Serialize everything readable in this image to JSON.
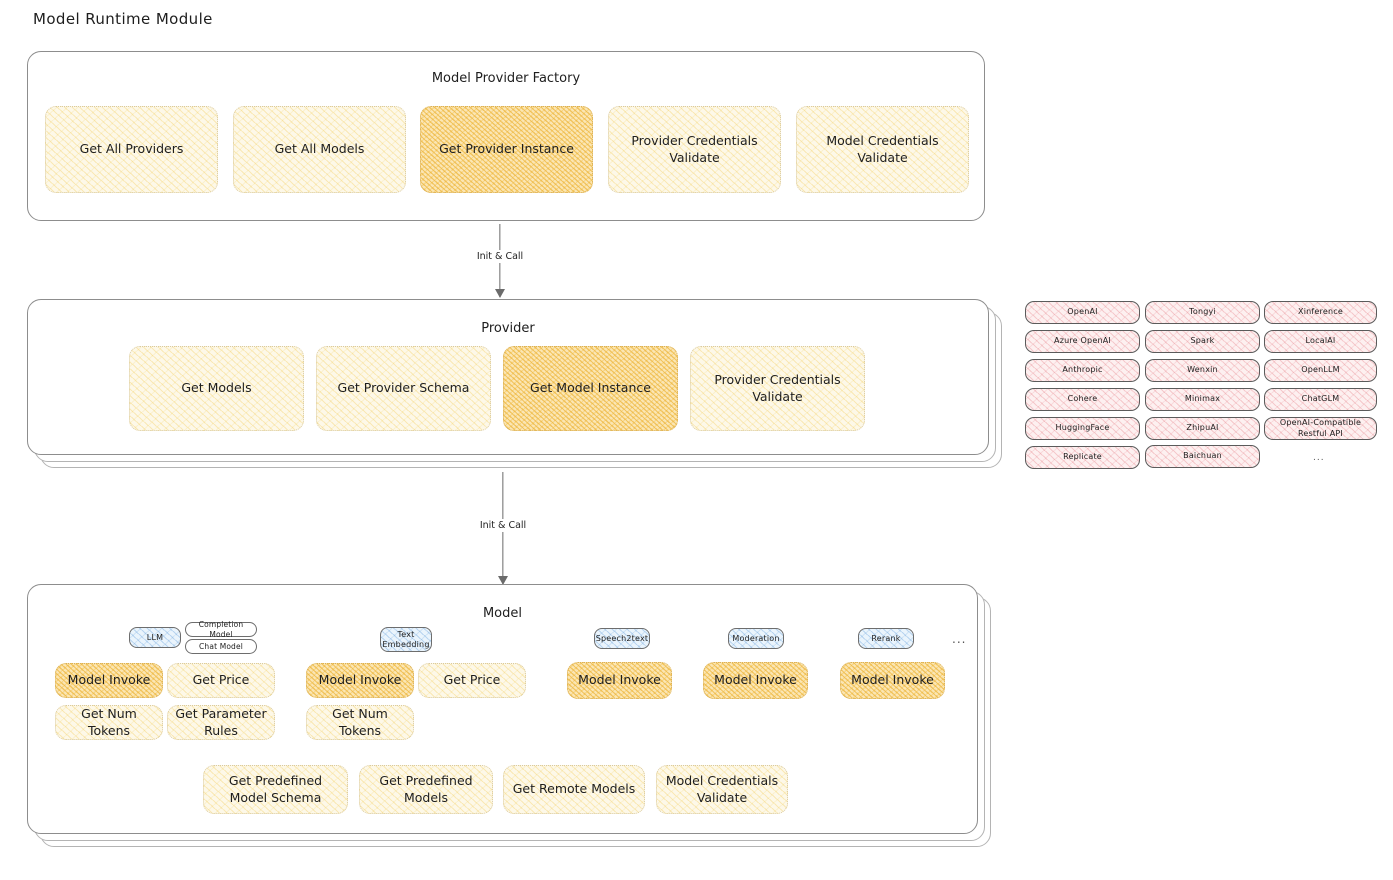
{
  "page": {
    "title": "Model Runtime Module"
  },
  "factory": {
    "title": "Model Provider Factory",
    "boxes": [
      {
        "label": "Get All Providers",
        "highlight": false
      },
      {
        "label": "Get All Models",
        "highlight": false
      },
      {
        "label": "Get Provider Instance",
        "highlight": true
      },
      {
        "label": "Provider Credentials Validate",
        "highlight": false
      },
      {
        "label": "Model Credentials Validate",
        "highlight": false
      }
    ]
  },
  "arrows": [
    {
      "label": "Init & Call"
    },
    {
      "label": "Init & Call"
    }
  ],
  "provider": {
    "title": "Provider",
    "boxes": [
      {
        "label": "Get Models",
        "highlight": false
      },
      {
        "label": "Get Provider Schema",
        "highlight": false
      },
      {
        "label": "Get Model Instance",
        "highlight": true
      },
      {
        "label": "Provider Credentials Validate",
        "highlight": false
      }
    ]
  },
  "provider_list": {
    "columns": [
      {
        "items": [
          "OpenAI",
          "Azure OpenAI",
          "Anthropic",
          "Cohere",
          "HuggingFace",
          "Replicate"
        ]
      },
      {
        "items": [
          "Tongyi",
          "Spark",
          "Wenxin",
          "Minimax",
          "ZhipuAI",
          "Baichuan"
        ]
      },
      {
        "items": [
          "Xinference",
          "LocalAI",
          "OpenLLM",
          "ChatGLM",
          "OpenAI-Compatible Restful API"
        ]
      }
    ],
    "ellipsis": "..."
  },
  "model": {
    "title": "Model",
    "ellipsis": "...",
    "groups": [
      {
        "badge": "LLM",
        "badge_style": "blue",
        "sub_badges": [
          "Completion Model",
          "Chat Model"
        ],
        "boxes": [
          {
            "label": "Model Invoke",
            "highlight": true
          },
          {
            "label": "Get Price",
            "highlight": false
          },
          {
            "label": "Get Num Tokens",
            "highlight": false
          },
          {
            "label": "Get Parameter Rules",
            "highlight": false
          }
        ]
      },
      {
        "badge": "Text Embedding",
        "badge_style": "blue",
        "sub_badges": [],
        "boxes": [
          {
            "label": "Model Invoke",
            "highlight": true
          },
          {
            "label": "Get Price",
            "highlight": false
          },
          {
            "label": "Get Num Tokens",
            "highlight": false
          }
        ]
      },
      {
        "badge": "Speech2text",
        "badge_style": "blue",
        "sub_badges": [],
        "boxes": [
          {
            "label": "Model Invoke",
            "highlight": true
          }
        ]
      },
      {
        "badge": "Moderation",
        "badge_style": "blue",
        "sub_badges": [],
        "boxes": [
          {
            "label": "Model Invoke",
            "highlight": true
          }
        ]
      },
      {
        "badge": "Rerank",
        "badge_style": "blue",
        "sub_badges": [],
        "boxes": [
          {
            "label": "Model Invoke",
            "highlight": true
          }
        ]
      }
    ],
    "common_boxes": [
      {
        "label": "Get Predefined Model Schema"
      },
      {
        "label": "Get Predefined Models"
      },
      {
        "label": "Get Remote Models"
      },
      {
        "label": "Model Credentials Validate"
      }
    ]
  },
  "colors": {
    "accent_yellow": "#fdf8e8",
    "accent_yellow_strong": "#fbe6b4",
    "accent_pink": "#fdf0f0",
    "accent_blue": "#eaf4fc",
    "stroke": "#8d8d8d",
    "text": "#1e1e1e"
  }
}
